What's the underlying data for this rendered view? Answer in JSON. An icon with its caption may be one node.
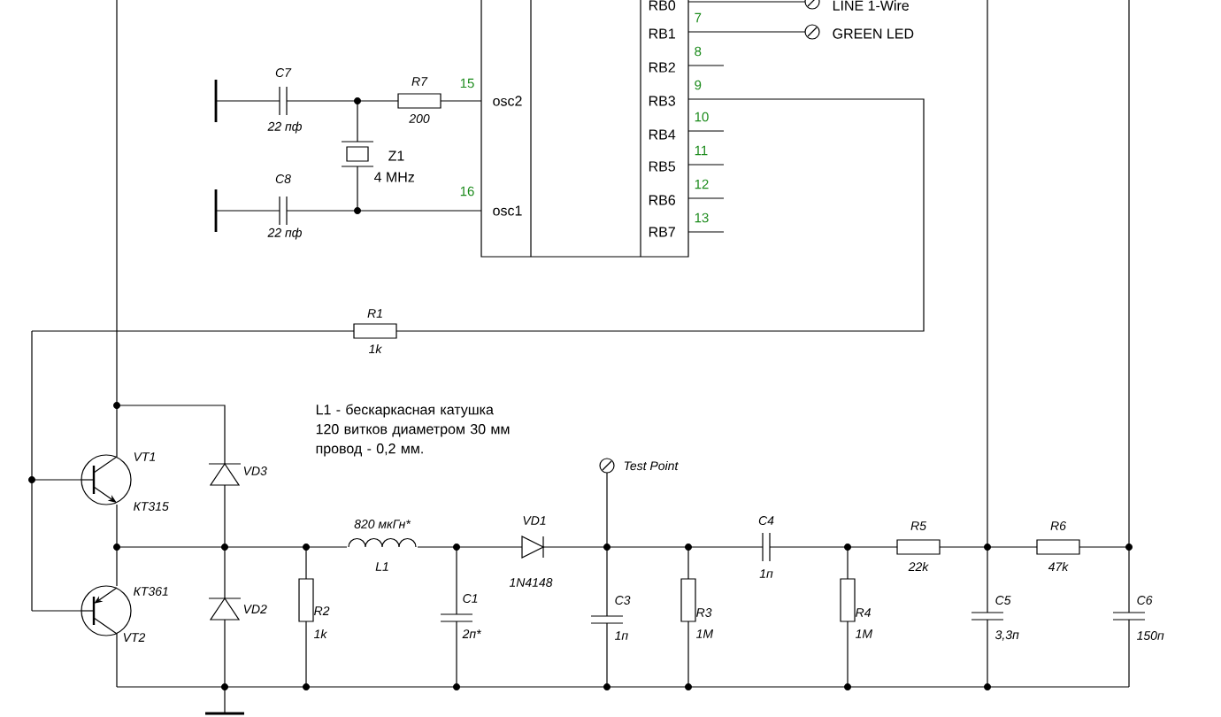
{
  "diagram": {
    "nodes": [
      {
        "text": [
          "osc2",
          "osc1",
          "RB0",
          "RB1",
          "RB2",
          "RB3",
          "RB4",
          "RB5",
          "RB6",
          "RB7"
        ],
        "beside": [
          "7",
          "8",
          "15",
          "9",
          "10",
          "11",
          "16",
          "12",
          "13"
        ]
      }
    ],
    "edges": [],
    "labels": [
      "LINE 1-Wire",
      "GREEN LED",
      "C7",
      "R7",
      "200",
      "22 пф",
      "Z1",
      "C8",
      "4 MHz",
      "22 пф",
      "R1",
      "1k",
      "L1 - бескаркасная катушка 120 витков диаметром 30 мм провод - 0,2 мм.",
      "VT1",
      "Test Point",
      "VD3",
      "КТ315",
      "820 мкГн*",
      "VD1",
      "C4",
      "R5",
      "R6",
      "L1",
      "1N4148",
      "1п",
      "22k",
      "47k",
      "КТ361",
      "C1",
      "C3",
      "C5",
      "C6",
      "VD2",
      "R2",
      "R3",
      "R4",
      "VT2",
      "1k",
      "2п*",
      "1п",
      "1M",
      "1M",
      "3,3п",
      "150п"
    ]
  }
}
